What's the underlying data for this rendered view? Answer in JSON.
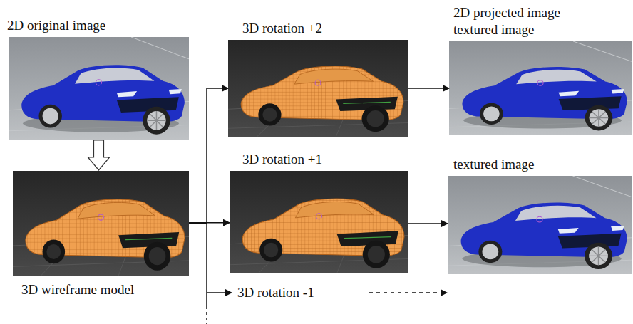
{
  "diagram": {
    "nodes": [
      {
        "text": [
          "2D original image"
        ]
      },
      {
        "text": [
          "3D wireframe model"
        ]
      },
      {
        "text": [
          "3D rotation +2"
        ]
      },
      {
        "text": [
          "3D rotation +1"
        ]
      },
      {
        "text": [
          "2D projected image",
          "textured image"
        ]
      },
      {
        "text": [
          "textured image"
        ]
      }
    ],
    "edges": [
      {
        "from": 0,
        "to": 1,
        "arrow": "to"
      },
      {
        "from": 1,
        "to": 2,
        "arrow": "to"
      },
      {
        "from": 1,
        "to": 3,
        "arrow": "to"
      },
      {
        "from": 2,
        "to": 4,
        "arrow": "to"
      },
      {
        "from": 3,
        "to": 5,
        "arrow": "to"
      }
    ],
    "labels": [
      "3D rotation -1"
    ]
  }
}
